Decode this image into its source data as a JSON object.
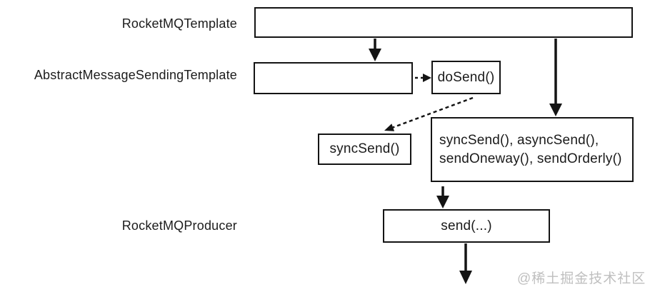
{
  "diagram": {
    "labels": {
      "rocketmq_template": "RocketMQTemplate",
      "abstract_message_sending_template": "AbstractMessageSendingTemplate",
      "rocketmq_producer": "RocketMQProducer"
    },
    "boxes": {
      "dosend": "doSend()",
      "syncsend": "syncSend()",
      "methods_line1": "syncSend(), asyncSend(),",
      "methods_line2": "sendOneway(), sendOrderly()",
      "send": "send(...)"
    },
    "watermark": "@稀土掘金技术社区",
    "colors": {
      "stroke": "#141414",
      "background": "#ffffff",
      "watermark": "#bfbfbf"
    }
  }
}
